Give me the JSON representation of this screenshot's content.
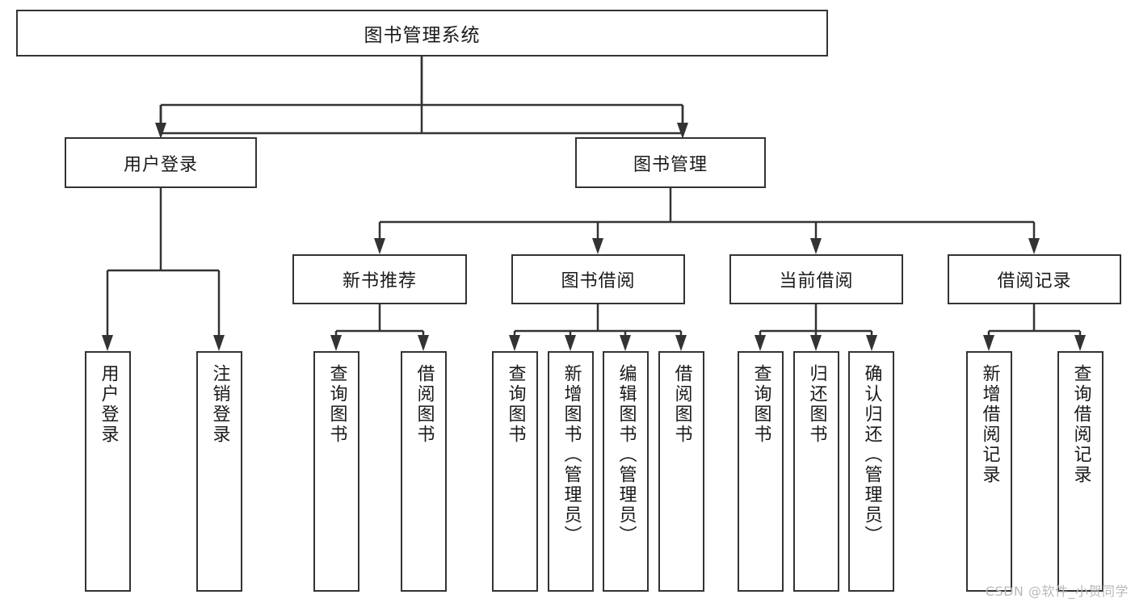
{
  "diagram": {
    "title": "图书管理系统",
    "type": "tree",
    "watermark": "CSDN @软件_小贺同学",
    "colors": {
      "stroke": "#333333",
      "fill": "#ffffff",
      "text": "#1a1a1a",
      "watermark": "#b9b9b9"
    },
    "nodes": {
      "root": {
        "label": "图书管理系统",
        "level": 1,
        "orientation": "horizontal"
      },
      "l2": [
        {
          "id": "user-login",
          "label": "用户登录",
          "level": 2,
          "orientation": "horizontal"
        },
        {
          "id": "book-manage",
          "label": "图书管理",
          "level": 2,
          "orientation": "horizontal"
        }
      ],
      "l3": [
        {
          "id": "new-book-rec",
          "label": "新书推荐",
          "level": 3,
          "orientation": "horizontal"
        },
        {
          "id": "book-borrow",
          "label": "图书借阅",
          "level": 3,
          "orientation": "horizontal"
        },
        {
          "id": "current-borrow",
          "label": "当前借阅",
          "level": 3,
          "orientation": "horizontal"
        },
        {
          "id": "borrow-record",
          "label": "借阅记录",
          "level": 3,
          "orientation": "horizontal"
        }
      ],
      "leaves": [
        {
          "id": "leaf-user-login",
          "label": "用户登录",
          "parent": "user-login",
          "orientation": "vertical"
        },
        {
          "id": "leaf-user-logout",
          "label": "注销登录",
          "parent": "user-login",
          "orientation": "vertical"
        },
        {
          "id": "leaf-query-book-1",
          "label": "查询图书",
          "parent": "new-book-rec",
          "orientation": "vertical"
        },
        {
          "id": "leaf-borrow-book-1",
          "label": "借阅图书",
          "parent": "new-book-rec",
          "orientation": "vertical"
        },
        {
          "id": "leaf-query-book-2",
          "label": "查询图书",
          "parent": "book-borrow",
          "orientation": "vertical"
        },
        {
          "id": "leaf-add-book",
          "label": "新增图书（管理员）",
          "parent": "book-borrow",
          "orientation": "vertical"
        },
        {
          "id": "leaf-edit-book",
          "label": "编辑图书（管理员）",
          "parent": "book-borrow",
          "orientation": "vertical"
        },
        {
          "id": "leaf-borrow-book-2",
          "label": "借阅图书",
          "parent": "book-borrow",
          "orientation": "vertical"
        },
        {
          "id": "leaf-query-book-3",
          "label": "查询图书",
          "parent": "current-borrow",
          "orientation": "vertical"
        },
        {
          "id": "leaf-return-book",
          "label": "归还图书",
          "parent": "current-borrow",
          "orientation": "vertical"
        },
        {
          "id": "leaf-confirm-return",
          "label": "确认归还（管理员）",
          "parent": "current-borrow",
          "orientation": "vertical"
        },
        {
          "id": "leaf-add-record",
          "label": "新增借阅记录",
          "parent": "borrow-record",
          "orientation": "vertical"
        },
        {
          "id": "leaf-query-record",
          "label": "查询借阅记录",
          "parent": "borrow-record",
          "orientation": "vertical"
        }
      ]
    },
    "edges": [
      {
        "from": "root",
        "to": "user-login"
      },
      {
        "from": "root",
        "to": "book-manage"
      },
      {
        "from": "user-login",
        "to": "leaf-user-login"
      },
      {
        "from": "user-login",
        "to": "leaf-user-logout"
      },
      {
        "from": "book-manage",
        "to": "new-book-rec"
      },
      {
        "from": "book-manage",
        "to": "book-borrow"
      },
      {
        "from": "book-manage",
        "to": "current-borrow"
      },
      {
        "from": "book-manage",
        "to": "borrow-record"
      },
      {
        "from": "new-book-rec",
        "to": "leaf-query-book-1"
      },
      {
        "from": "new-book-rec",
        "to": "leaf-borrow-book-1"
      },
      {
        "from": "book-borrow",
        "to": "leaf-query-book-2"
      },
      {
        "from": "book-borrow",
        "to": "leaf-add-book"
      },
      {
        "from": "book-borrow",
        "to": "leaf-edit-book"
      },
      {
        "from": "book-borrow",
        "to": "leaf-borrow-book-2"
      },
      {
        "from": "current-borrow",
        "to": "leaf-query-book-3"
      },
      {
        "from": "current-borrow",
        "to": "leaf-return-book"
      },
      {
        "from": "current-borrow",
        "to": "leaf-confirm-return"
      },
      {
        "from": "borrow-record",
        "to": "leaf-add-record"
      },
      {
        "from": "borrow-record",
        "to": "leaf-query-record"
      }
    ]
  }
}
